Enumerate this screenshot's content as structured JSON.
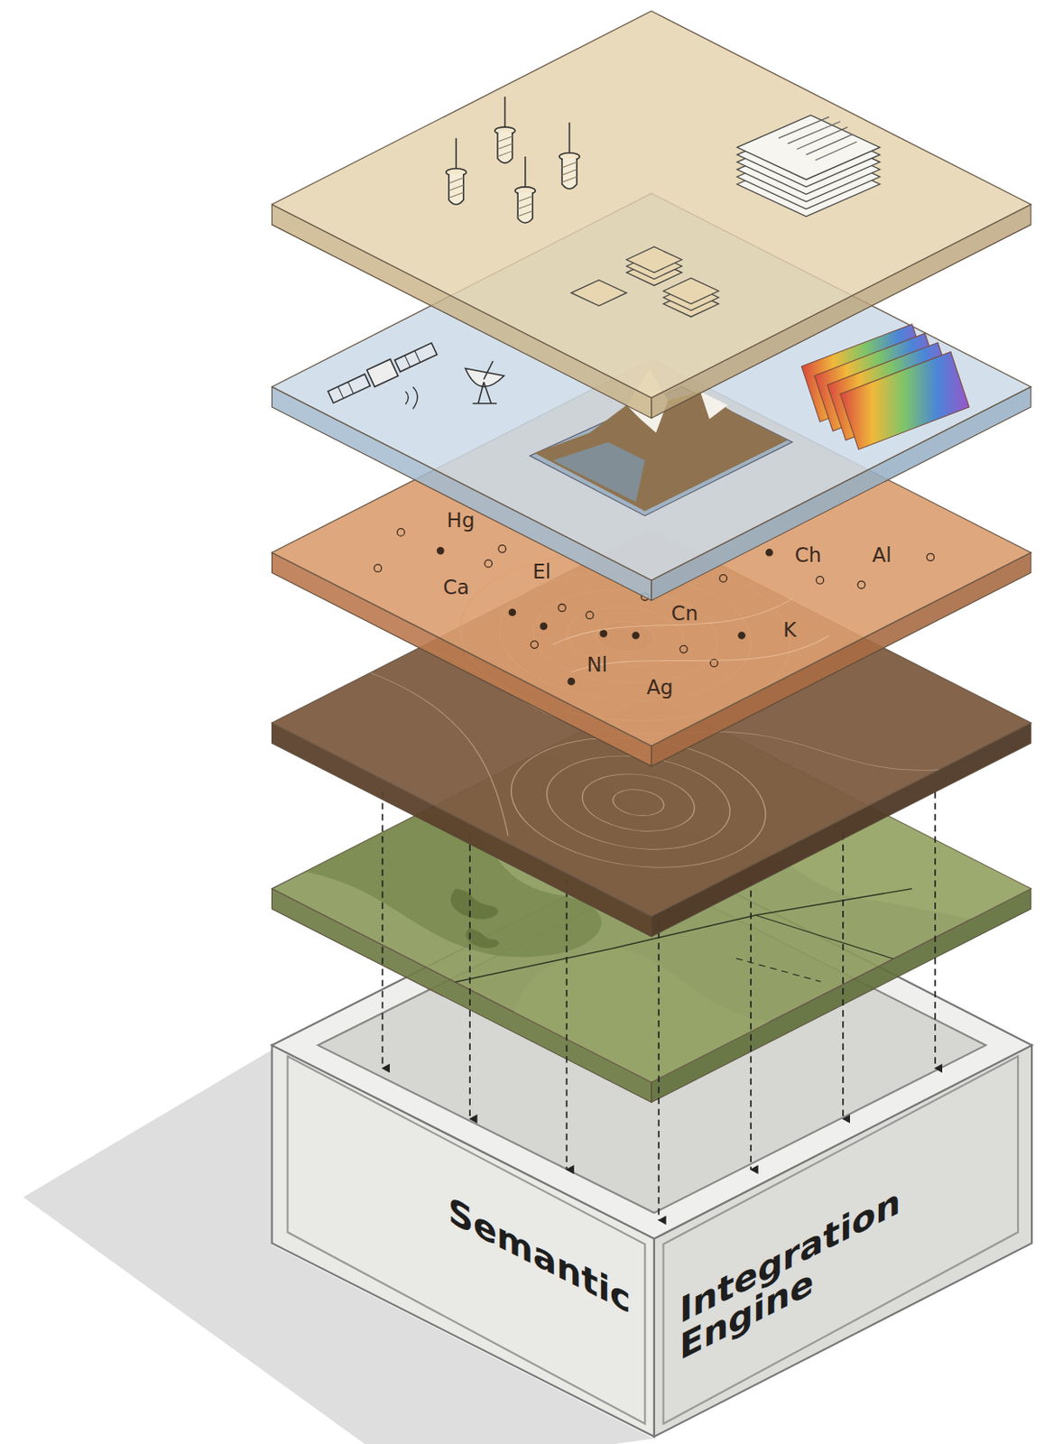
{
  "diagram": {
    "nodes": [
      {
        "text": [
          "Semantic",
          "Integration Engine"
        ]
      }
    ],
    "labels": [
      "Hg",
      "Ca",
      "El",
      "Ch",
      "Al",
      "Cn",
      "K",
      "Nl",
      "Ag"
    ]
  }
}
